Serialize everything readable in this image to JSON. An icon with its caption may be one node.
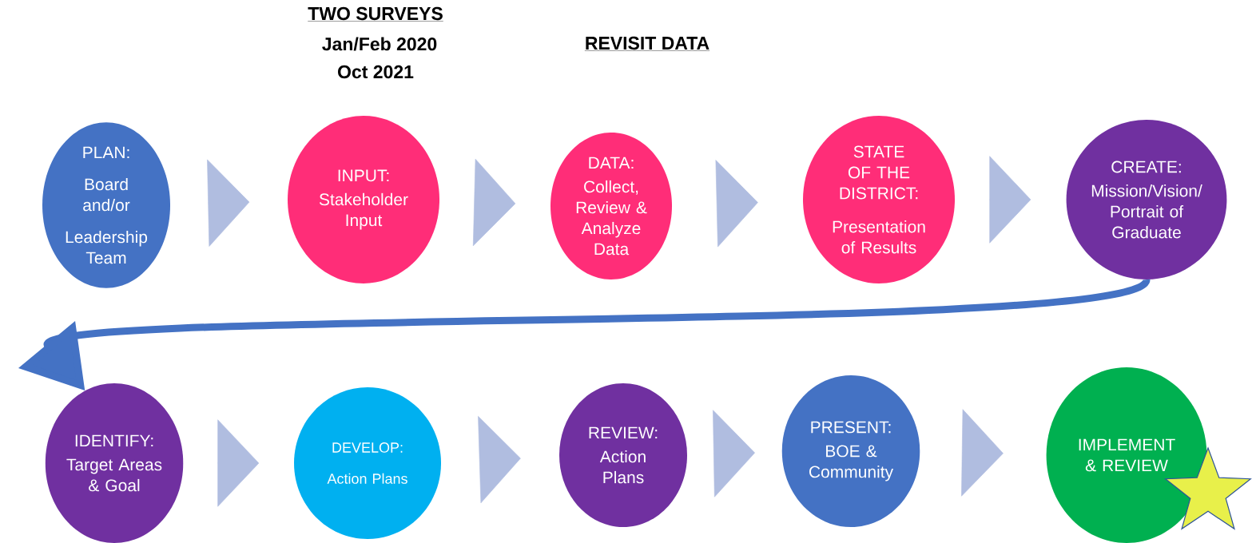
{
  "diagram": {
    "nodes": [
      {
        "text": [
          "PLAN:",
          "Board and/or",
          "Leadership Team"
        ]
      },
      {
        "text": [
          "INPUT:",
          "Stakeholder Input"
        ],
        "beside": [
          "TWO SURVEYS",
          "Jan/Feb 2020",
          "Oct 2021"
        ]
      },
      {
        "text": [
          "DATA:",
          "Collect, Review & Analyze Data"
        ]
      },
      {
        "text": [
          "STATE OF THE DISTRICT:",
          "Presentation of Results"
        ]
      },
      {
        "text": [
          "CREATE:",
          "Mission/Vision/Portrait of Graduate"
        ]
      },
      {
        "text": [
          "IDENTIFY:",
          "Target Areas & Goal"
        ]
      },
      {
        "text": [
          "DEVELOP:",
          "Action Plans"
        ]
      },
      {
        "text": [
          "REVIEW:",
          "Action Plans"
        ]
      },
      {
        "text": [
          "PRESENT:",
          "BOE & Community"
        ]
      },
      {
        "text": [
          "IMPLEMENT & REVIEW"
        ]
      }
    ],
    "edges": [
      {
        "from": 0,
        "to": 1,
        "arrow": "to"
      },
      {
        "from": 1,
        "to": 2,
        "arrow": "to"
      },
      {
        "from": 2,
        "to": 3,
        "arrow": "to"
      },
      {
        "from": 3,
        "to": 4,
        "arrow": "to"
      },
      {
        "from": 4,
        "to": 5,
        "arrow": "to",
        "color": "#4472c4"
      },
      {
        "from": 5,
        "to": 6,
        "arrow": "to"
      },
      {
        "from": 6,
        "to": 7,
        "arrow": "to"
      },
      {
        "from": 7,
        "to": 8,
        "arrow": "to"
      },
      {
        "from": 8,
        "to": 9,
        "arrow": "to"
      }
    ],
    "labels": [
      "REVISIT DATA"
    ]
  }
}
